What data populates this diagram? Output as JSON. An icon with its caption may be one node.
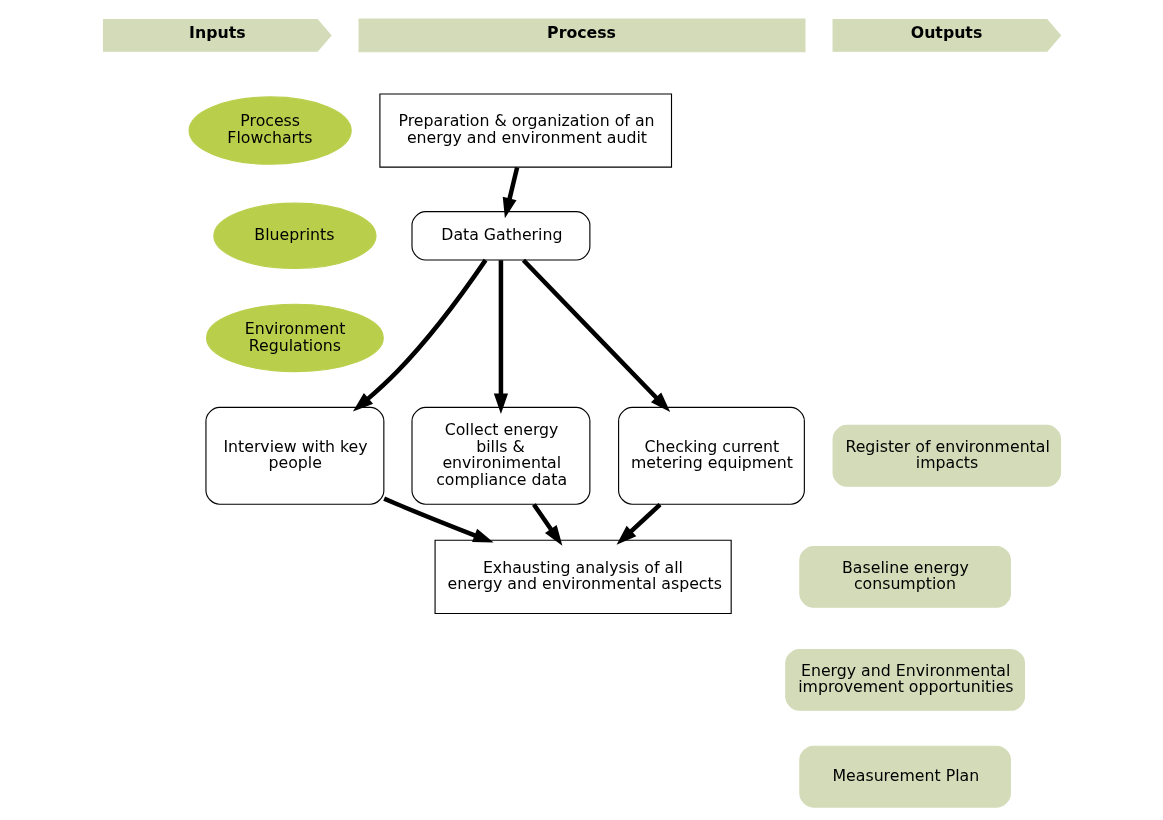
{
  "diagram": {
    "nodes": [
      {
        "text": [
          "Inputs"
        ]
      },
      {
        "text": [
          "Process"
        ]
      },
      {
        "text": [
          "Outputs"
        ]
      },
      {
        "text": [
          "Process Flowcharts"
        ]
      },
      {
        "text": [
          "Blueprints"
        ]
      },
      {
        "text": [
          "Environment Regulations"
        ]
      },
      {
        "text": [
          "Preparation & organization of an energy and environment audit"
        ]
      },
      {
        "text": [
          "Data Gathering"
        ]
      },
      {
        "text": [
          "Interview with key people"
        ]
      },
      {
        "text": [
          "Collect energy bills & environimental compliance data"
        ]
      },
      {
        "text": [
          "Checking current metering equipment"
        ]
      },
      {
        "text": [
          "Register of environmental impacts"
        ]
      },
      {
        "text": [
          "Exhausting analysis of all energy and environmental aspects"
        ]
      },
      {
        "text": [
          "Baseline energy consumption"
        ]
      },
      {
        "text": [
          "Energy and Environmental improvement opportunities"
        ]
      },
      {
        "text": [
          "Measurement Plan"
        ]
      }
    ],
    "edges": [
      {
        "from": 6,
        "to": 7,
        "arrow": "to"
      },
      {
        "from": 7,
        "to": 8,
        "arrow": "to"
      },
      {
        "from": 7,
        "to": 9,
        "arrow": "to"
      },
      {
        "from": 7,
        "to": 10,
        "arrow": "to"
      },
      {
        "from": 8,
        "to": 12,
        "arrow": "to"
      },
      {
        "from": 9,
        "to": 12,
        "arrow": "to"
      },
      {
        "from": 10,
        "to": 12,
        "arrow": "to"
      }
    ]
  }
}
